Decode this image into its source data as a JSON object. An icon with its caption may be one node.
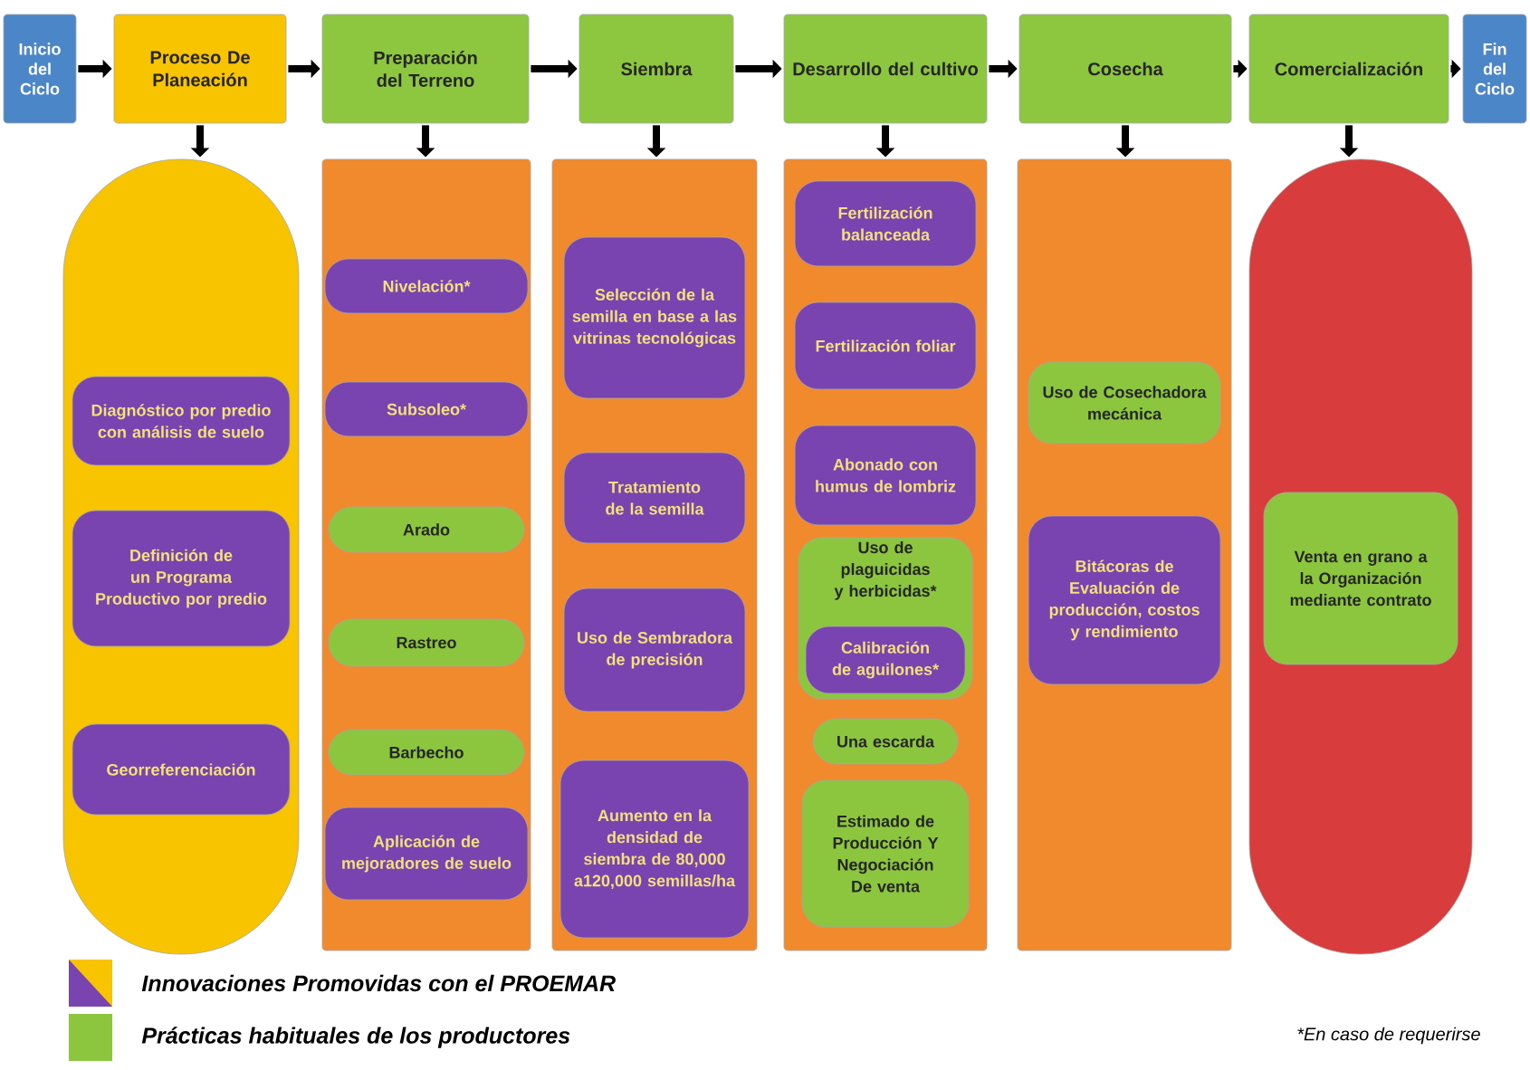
{
  "diagram": {
    "nodes": [
      {
        "text": [
          "Inicio del Ciclo"
        ]
      },
      {
        "text": [
          "Proceso De Planeación"
        ]
      },
      {
        "text": [
          "Preparación del Terreno"
        ]
      },
      {
        "text": [
          "Siembra"
        ]
      },
      {
        "text": [
          "Desarrollo del cultivo"
        ]
      },
      {
        "text": [
          "Cosecha"
        ]
      },
      {
        "text": [
          "Comercialización"
        ]
      },
      {
        "text": [
          "Fin del Ciclo"
        ]
      },
      {
        "text": [],
        "shape": "capsule"
      },
      {
        "text": [
          "Diagnóstico por predio con análisis de suelo"
        ],
        "in": 8
      },
      {
        "text": [
          "Definición de un Programa Productivo por predio"
        ],
        "in": 8
      },
      {
        "text": [
          "Georreferenciación"
        ],
        "in": 8
      },
      {
        "text": [],
        "shape": "box"
      },
      {
        "text": [
          "Nivelación*"
        ],
        "in": 12
      },
      {
        "text": [
          "Subsoleo*"
        ],
        "in": 12
      },
      {
        "text": [
          "Arado"
        ],
        "in": 12
      },
      {
        "text": [
          "Rastreo"
        ],
        "in": 12
      },
      {
        "text": [
          "Barbecho"
        ],
        "in": 12
      },
      {
        "text": [
          "Aplicación de mejoradores de suelo"
        ],
        "in": 12
      },
      {
        "text": [],
        "shape": "box"
      },
      {
        "text": [
          "Selección de la semilla en base a las vitrinas tecnológicas"
        ],
        "in": 19
      },
      {
        "text": [
          "Tratamiento de la semilla"
        ],
        "in": 19
      },
      {
        "text": [
          "Uso de Sembradora de precisión"
        ],
        "in": 19
      },
      {
        "text": [
          "Aumento en la densidad de siembra de 80,000 a120,000 semillas/ha"
        ],
        "in": 19
      },
      {
        "text": [],
        "shape": "box"
      },
      {
        "text": [
          "Fertilización balanceada"
        ],
        "in": 24
      },
      {
        "text": [
          "Fertilización foliar"
        ],
        "in": 24
      },
      {
        "text": [
          "Abonado con humus de lombriz"
        ],
        "in": 24
      },
      {
        "text": [
          "Uso de plaguicidas y herbicidas*"
        ],
        "in": 24
      },
      {
        "text": [
          "Calibración de aguilones*"
        ],
        "in": 28
      },
      {
        "text": [
          "Una escarda"
        ],
        "in": 24
      },
      {
        "text": [
          "Estimado de Producción Y Negociación De venta"
        ],
        "in": 24
      },
      {
        "text": [],
        "shape": "box"
      },
      {
        "text": [
          "Uso de Cosechadora mecánica"
        ],
        "in": 32
      },
      {
        "text": [
          "Bitácoras de Evaluación de producción, costos y rendimiento"
        ],
        "in": 32
      },
      {
        "text": [],
        "shape": "capsule"
      },
      {
        "text": [
          "Venta en grano a la Organización mediante contrato"
        ],
        "in": 35
      }
    ],
    "edges": [
      {
        "from": 0,
        "to": 1,
        "arrow": "to"
      },
      {
        "from": 1,
        "to": 2,
        "arrow": "to"
      },
      {
        "from": 2,
        "to": 3,
        "arrow": "to"
      },
      {
        "from": 3,
        "to": 4,
        "arrow": "to"
      },
      {
        "from": 4,
        "to": 5,
        "arrow": "to"
      },
      {
        "from": 5,
        "to": 6,
        "arrow": "to"
      },
      {
        "from": 6,
        "to": 7,
        "arrow": "to"
      },
      {
        "from": 1,
        "to": 8,
        "arrow": "to"
      },
      {
        "from": 2,
        "to": 12,
        "arrow": "to"
      },
      {
        "from": 3,
        "to": 19,
        "arrow": "to"
      },
      {
        "from": 4,
        "to": 24,
        "arrow": "to"
      },
      {
        "from": 5,
        "to": 32,
        "arrow": "to"
      },
      {
        "from": 6,
        "to": 35,
        "arrow": "to"
      }
    ],
    "labels": [
      "*En caso de requerirse"
    ],
    "legend": [
      {
        "text": "Innovaciones Promovidas con el PROEMAR",
        "color": "#7a44b0"
      },
      {
        "text": "Prácticas habituales de los productores",
        "color": "#8cc63f"
      }
    ]
  }
}
